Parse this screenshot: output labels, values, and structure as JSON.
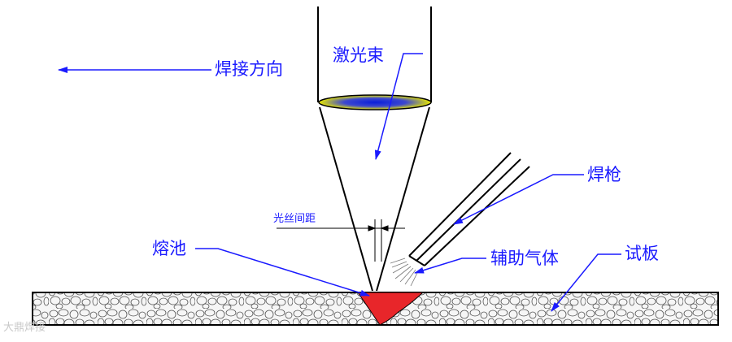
{
  "labels": {
    "welding_direction": "焊接方向",
    "laser_beam": "激光束",
    "welding_torch": "焊枪",
    "wire_gap": "光丝间距",
    "molten_pool": "熔池",
    "shielding_gas": "辅助气体",
    "test_plate": "试板"
  },
  "watermark": "大鼎焊接",
  "colors": {
    "label": "#1a1aff",
    "line": "#000000",
    "pool": "#e8262a",
    "lens_center": "#1a2cd6",
    "lens_edge": "#e4e400",
    "plate_fill": "#f4f4f4"
  }
}
